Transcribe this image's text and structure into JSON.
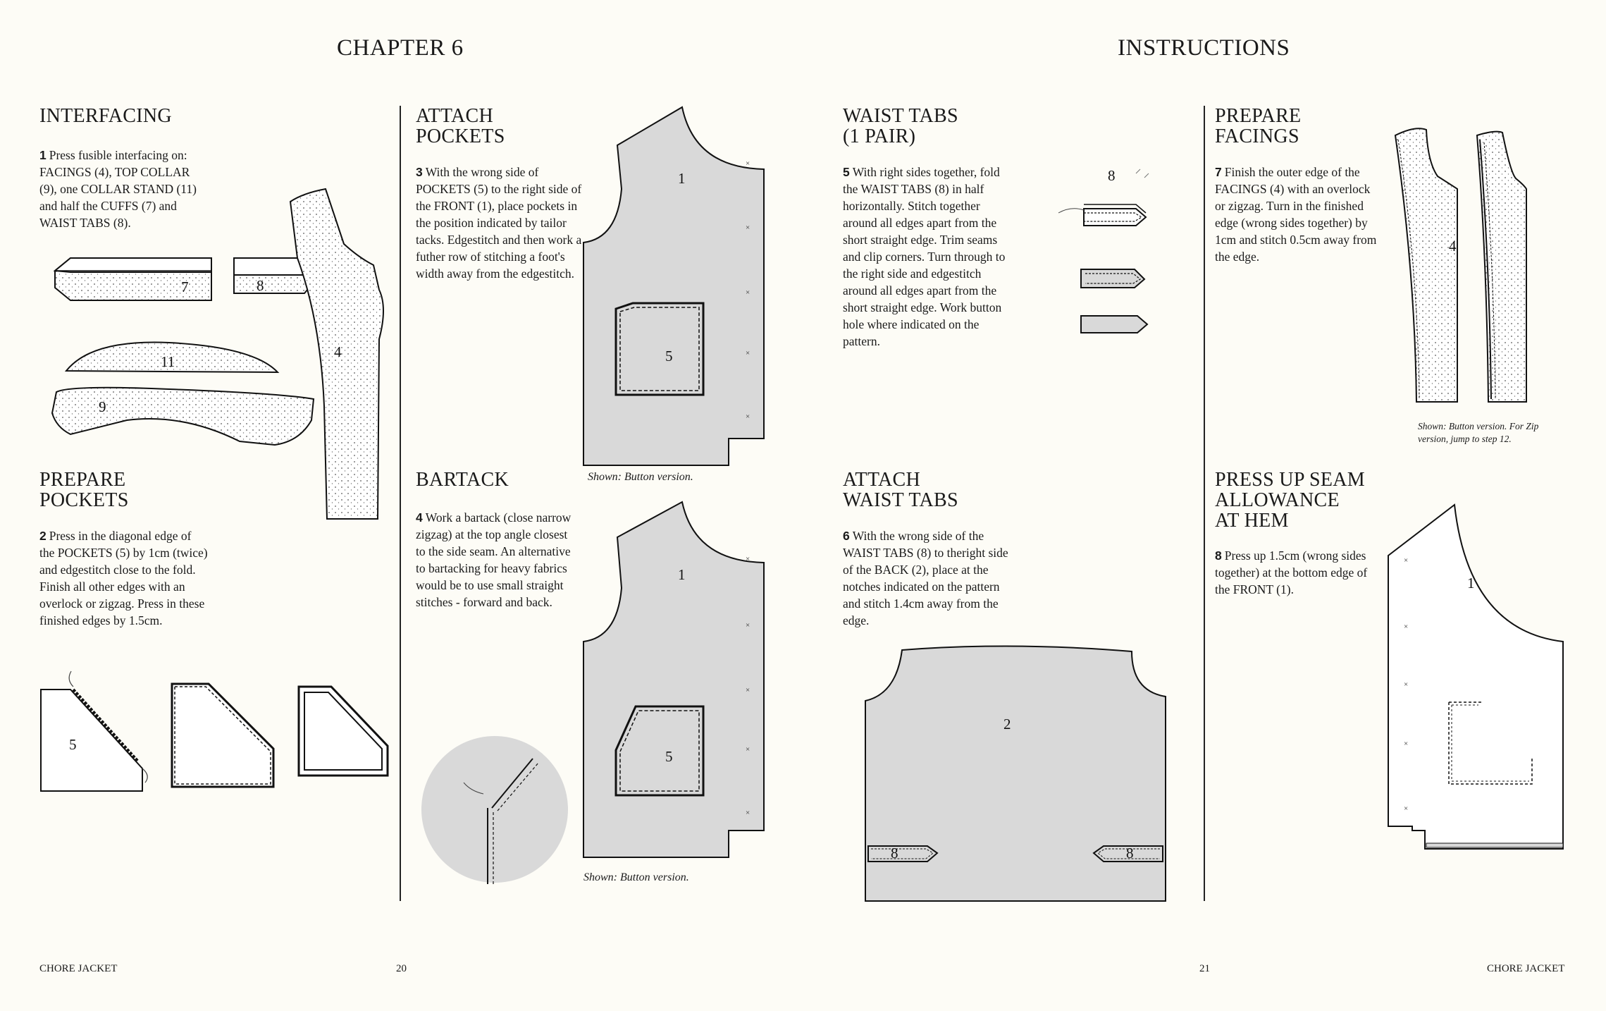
{
  "chapter": "CHAPTER 6",
  "instructions_heading": "INSTRUCTIONS",
  "sections": {
    "interfacing": {
      "title": "INTERFACING",
      "step_no": "1",
      "text": "Press fusible interfacing on: FACINGS (4), TOP COLLAR (9), one COLLAR STAND (11) and half the CUFFS (7) and WAIST TABS (8)."
    },
    "prepare_pockets": {
      "title": "PREPARE\nPOCKETS",
      "step_no": "2",
      "text": "Press in the diagonal edge of the POCKETS (5)  by 1cm (twice) and edgestitch close to the fold. Finish all other edges with an overlock or zigzag. Press in these finished edges by 1.5cm."
    },
    "attach_pockets": {
      "title": "ATTACH\nPOCKETS",
      "step_no": "3",
      "text": "With the wrong side of POCKETS (5) to the right side of the FRONT (1), place pockets in the position indicated by tailor tacks. Edgestitch and then work a futher row of stitching a foot's width away from the edgestitch.",
      "caption": "Shown: Button version."
    },
    "bartack": {
      "title": "BARTACK",
      "step_no": "4",
      "text": "Work a bartack (close narrow zigzag) at the top angle closest to the side seam. An alternative to bartacking for heavy fabrics would be to use small straight stitches - forward and back.",
      "caption": "Shown: Button version."
    },
    "waist_tabs": {
      "title": "WAIST TABS\n(1 PAIR)",
      "step_no": "5",
      "text": "With right sides together, fold the WAIST TABS (8) in half horizontally. Stitch together around all edges apart from the short straight edge. Trim seams and clip corners. Turn through to the right side and edgestitch around all edges apart from the short straight edge. Work button hole where indicated on the pattern."
    },
    "attach_waist_tabs": {
      "title": "ATTACH\nWAIST TABS",
      "step_no": "6",
      "text": "With the wrong side of the WAIST TABS (8) to theright side of the BACK (2), place at the notches indicated on the pattern and stitch 1.4cm away from the edge."
    },
    "prepare_facings": {
      "title": "PREPARE\nFACINGS",
      "step_no": "7",
      "text": "Finish the outer edge of the FACINGS (4) with an overlock or zigzag. Turn in the finished edge (wrong sides together) by 1cm and stitch 0.5cm away from the edge.",
      "caption": "Shown: Button version. For Zip\nversion, jump to step 12."
    },
    "hem": {
      "title": "PRESS UP SEAM\nALLOWANCE\nAT HEM",
      "step_no": "8",
      "text": "Press up 1.5cm (wrong sides together) at the bottom edge of the FRONT (1)."
    }
  },
  "piece_labels": {
    "cuff": "7",
    "tab": "8",
    "collar_stand": "11",
    "collar": "9",
    "facing": "4",
    "pocket": "5",
    "front": "1",
    "back": "2"
  },
  "footer": {
    "left_title": "CHORE JACKET",
    "left_page": "20",
    "right_page": "21",
    "right_title": "CHORE JACKET"
  },
  "colors": {
    "paper": "#fdfcf6",
    "fabric_grey": "#d9d9d9",
    "ink": "#1a1a1a"
  }
}
